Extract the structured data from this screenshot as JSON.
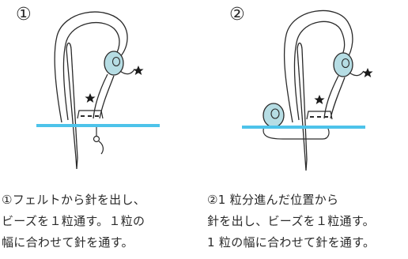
{
  "colors": {
    "line": "#2a2a2a",
    "bead_fill": "#b6dde4",
    "felt": "#4dc3ea",
    "star": "#1a1a1a"
  },
  "steps": [
    {
      "number": "①",
      "caption_lines": [
        "①フェルトから針を出し、",
        "ビーズを１粒通す。１粒の",
        "幅に合わせて針を通す。"
      ]
    },
    {
      "number": "②",
      "caption_lines": [
        "②1 粒分進んだ位置から",
        "針を出し、ビーズを１粒通す。",
        "1 粒の幅に合わせて針を通す。"
      ]
    }
  ],
  "icons": {
    "star": "star-icon",
    "bead": "bead-icon",
    "needle": "needle-icon",
    "knot": "knot-icon"
  }
}
